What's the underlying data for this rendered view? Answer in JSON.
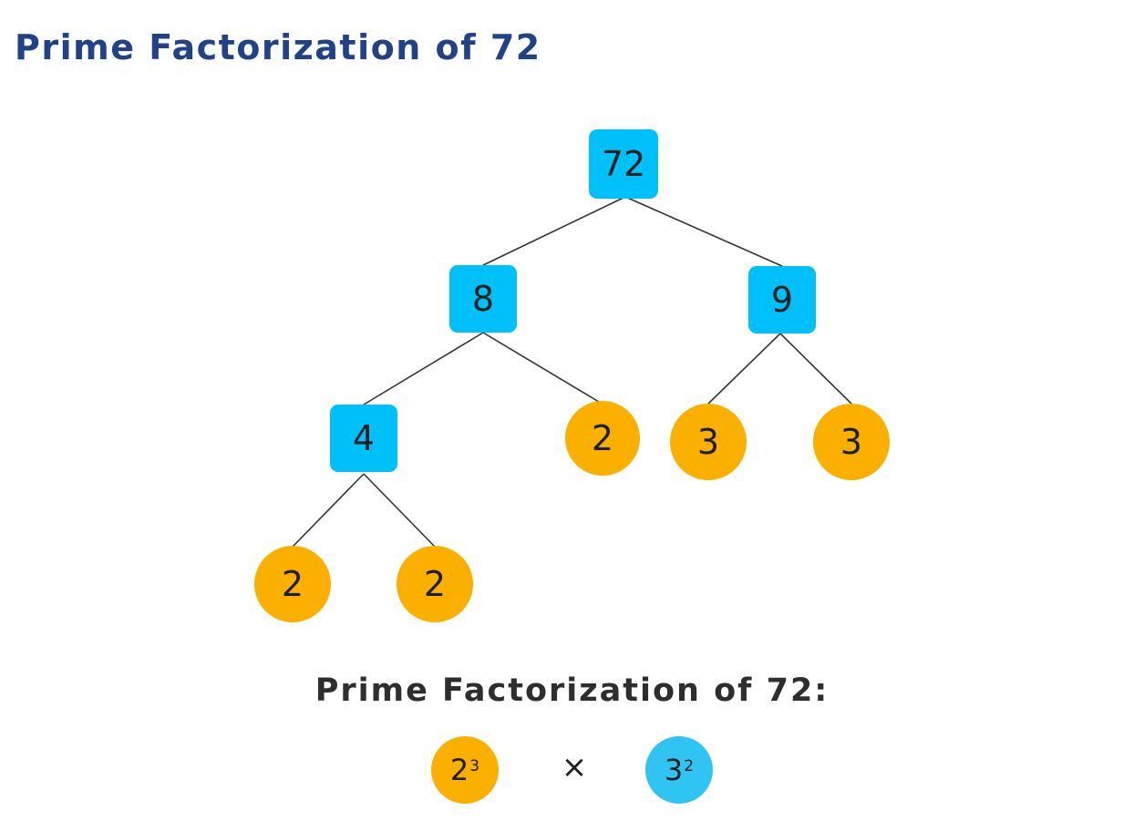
{
  "title": "Prime Factorization of 72",
  "tree": {
    "root": "72",
    "level1_left": "8",
    "level1_right": "9",
    "level2_composite": "4",
    "level2_prime_from_8": "2",
    "level2_prime_from_9_left": "3",
    "level2_prime_from_9_right": "3",
    "level3_prime_left": "2",
    "level3_prime_right": "2"
  },
  "result": {
    "label": "Prime Factorization of 72:",
    "factor1_base": "2",
    "factor1_exponent": "3",
    "operator": "×",
    "factor2_base": "3",
    "factor2_exponent": "2"
  },
  "colors": {
    "title": "#1f4289",
    "composite_node": "#00c0fa",
    "prime_node": "#fbb000",
    "result_blue": "#2fc4f2",
    "edge": "#333333"
  }
}
